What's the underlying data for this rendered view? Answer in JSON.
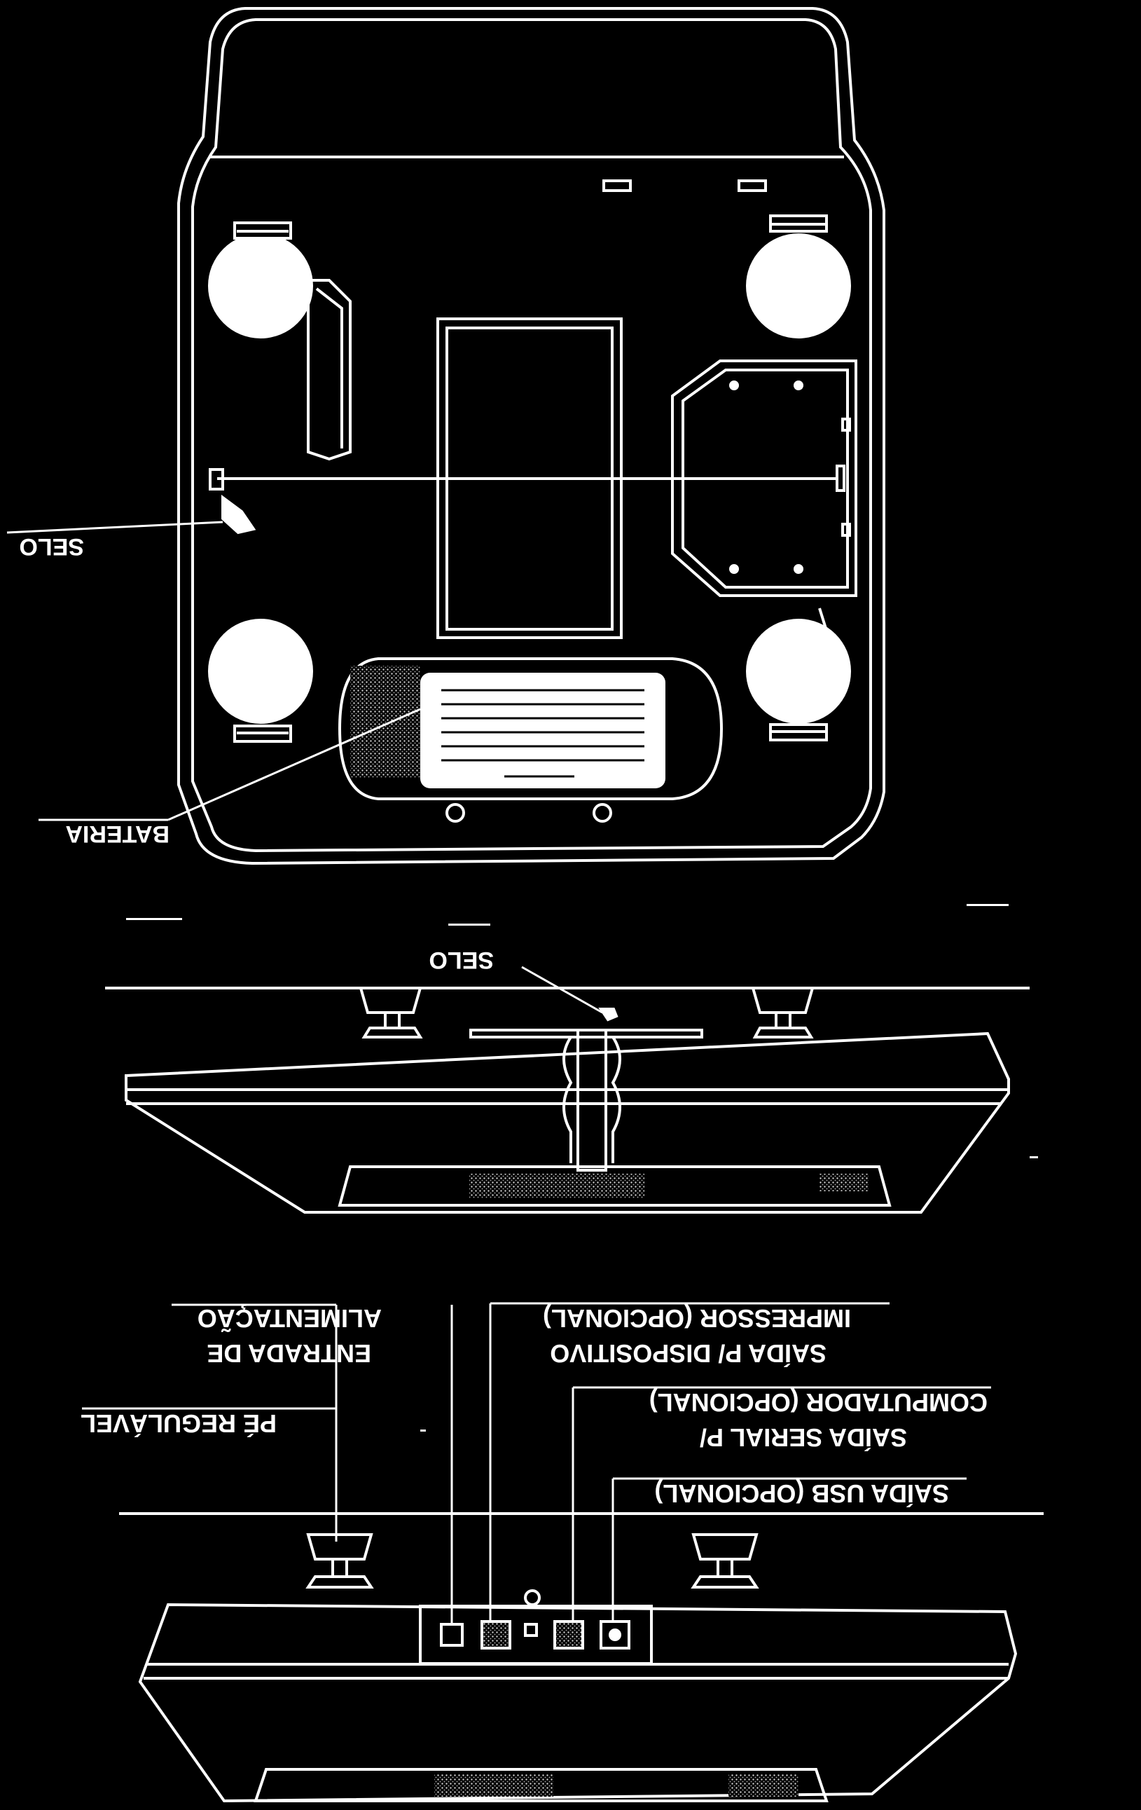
{
  "labels": {
    "selo_top": "SELO",
    "bateria": "BATERIA",
    "selo_side": "SELO",
    "alimentacao_1": "ENTRADA DE",
    "alimentacao_2": "ALIMENTAÇÃO",
    "pe_regulavel": "PÉ REGULÁVEL",
    "impressor_1": "SAÍDA P/ DISPOSITIVO",
    "impressor_2": "IMPRESSOR (OPCIONAL)",
    "serial_1": "SAÍDA SERIAL P/",
    "serial_2": "COMPUTADOR (OPCIONAL)",
    "usb": "SAÍDA USB (OPCIONAL)"
  },
  "colors": {
    "background": "#000000",
    "line": "#ffffff",
    "hatch": "#bdbdbd"
  }
}
